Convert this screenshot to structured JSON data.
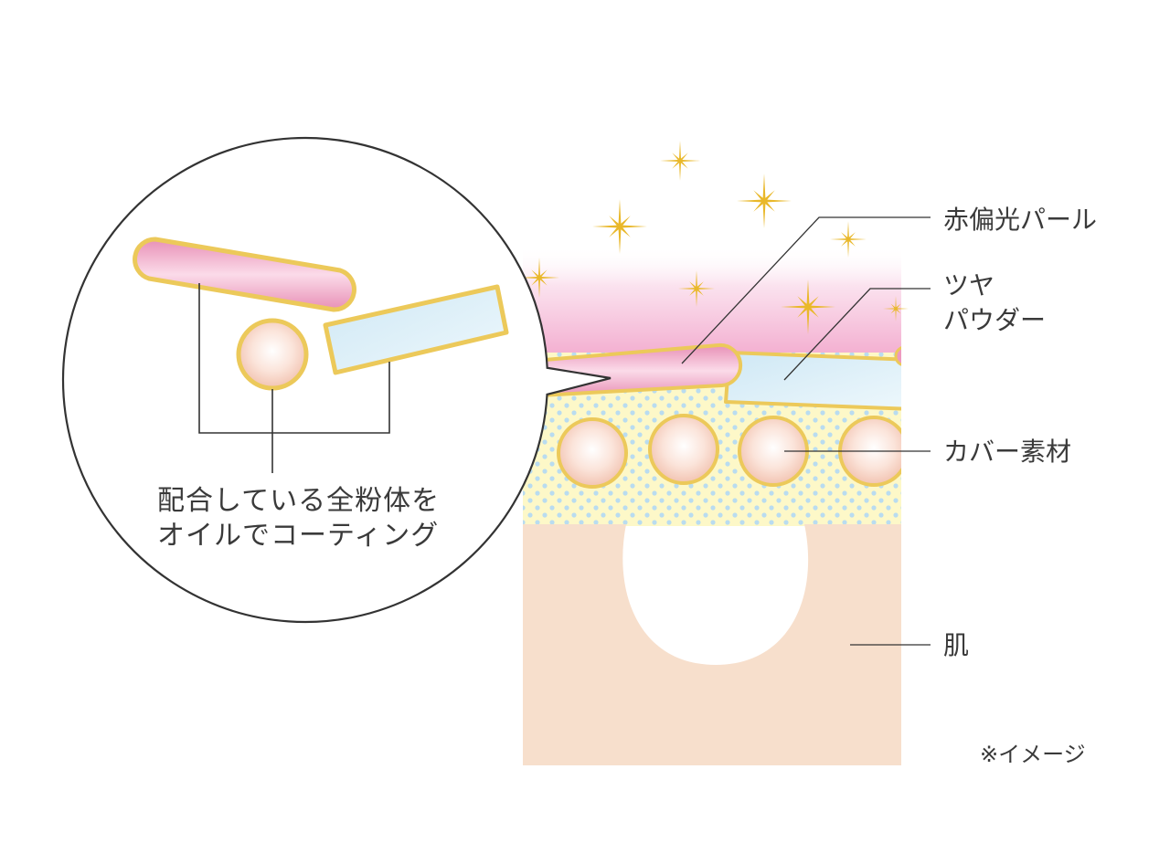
{
  "labels": {
    "pearl": "赤偏光パール",
    "gloss_line1": "ツヤ",
    "gloss_line2": "パウダー",
    "cover": "カバー素材",
    "skin": "肌",
    "note": "※イメージ"
  },
  "zoom": {
    "line1": "配合している全粉体を",
    "line2": "オイルでコーティング"
  },
  "colors": {
    "skin": "#f7dfcc",
    "cream": "#fdf8c8",
    "dot": "#b9dcf0",
    "pink_glow": "#f3aed0",
    "pearl_pink": "#ee9ac0",
    "gloss_blue": "#d8eef8",
    "oil_gold": "#ecc95a",
    "star": "#e9b82a",
    "line": "#333333"
  }
}
